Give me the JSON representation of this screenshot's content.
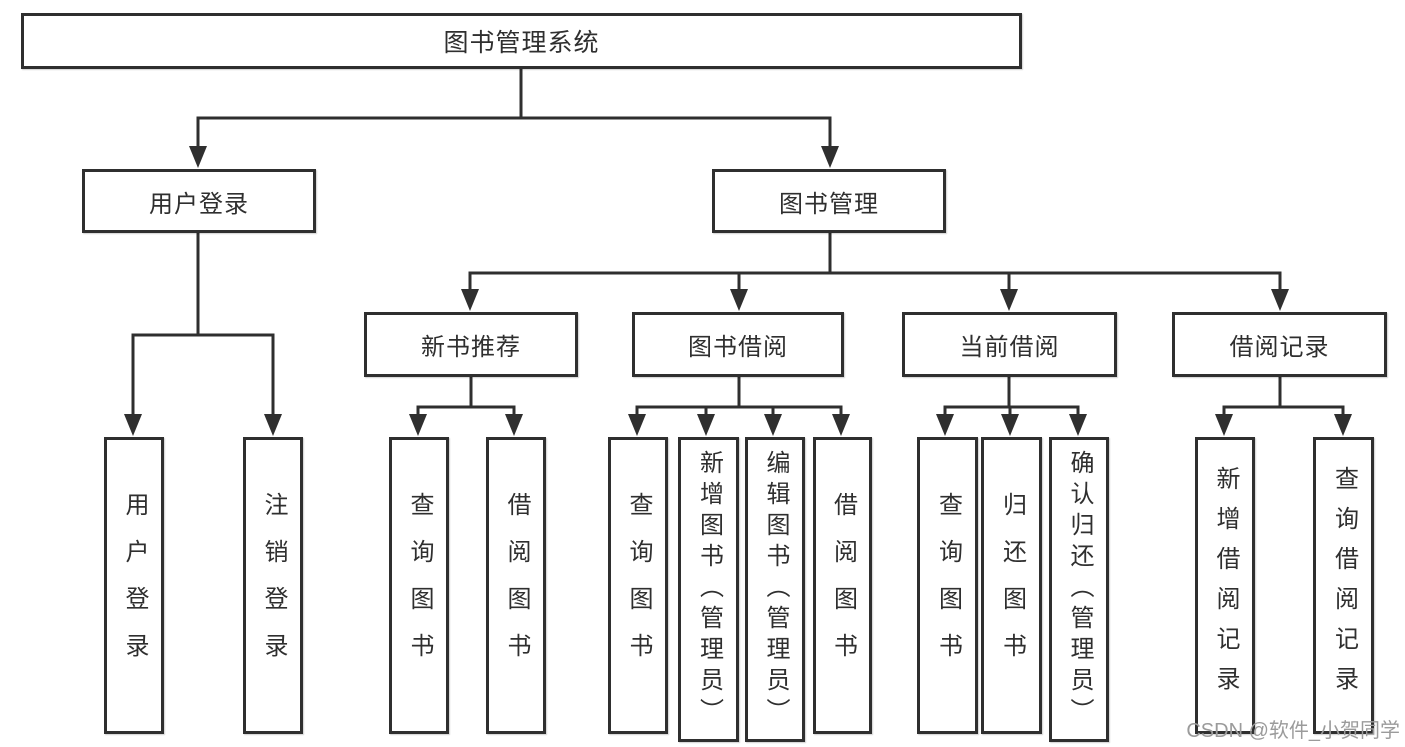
{
  "nodes": {
    "root": "图书管理系统",
    "user_login": "用户登录",
    "book_management": "图书管理",
    "new_book_recommend": "新书推荐",
    "book_borrow": "图书借阅",
    "current_borrow": "当前借阅",
    "borrow_record": "借阅记录"
  },
  "leaves": {
    "user_login": [
      "用户登录",
      "注销登录"
    ],
    "new_book_recommend": [
      "查询图书",
      "借阅图书"
    ],
    "book_borrow": [
      "查询图书",
      "新增图书（管理员）",
      "编辑图书（管理员）",
      "借阅图书"
    ],
    "current_borrow": [
      "查询图书",
      "归还图书",
      "确认归还（管理员）"
    ],
    "borrow_record": [
      "新增借阅记录",
      "查询借阅记录"
    ]
  },
  "watermark": "CSDN @软件_小贺同学",
  "colors": {
    "line": "#2f2f2f",
    "box_border": "#2f2f2f",
    "text": "#2f2f2f",
    "watermark": "#9b9b9b",
    "background": "#ffffff"
  }
}
